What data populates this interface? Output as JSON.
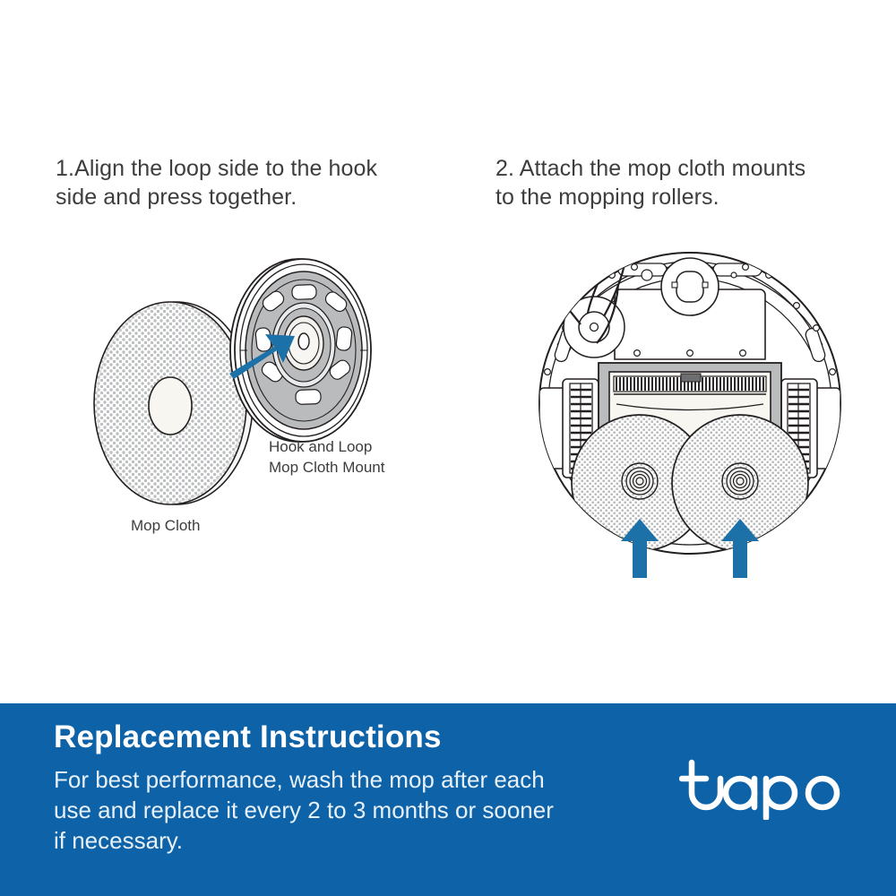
{
  "steps": [
    {
      "number": "1.",
      "text": "Align the loop side to the hook\n     side and press together."
    },
    {
      "number": "2.",
      "text": " Attach the mop cloth mounts\n     to the mopping rollers."
    }
  ],
  "diagram_labels": {
    "mop_cloth": "Mop Cloth",
    "hook_and_loop_mount": "Hook and Loop\nMop Cloth Mount"
  },
  "footer": {
    "title": "Replacement Instructions",
    "body": "For best performance, wash the mop after each\nuse and replace it every 2 to 3 months or sooner\nif necessary.",
    "logo_text": "tapo"
  },
  "colors": {
    "banner_blue": "#0d62a8",
    "arrow_blue": "#1c72a8",
    "line_dark": "#231f20",
    "fill_gray": "#b9bbbd",
    "dot_gray": "#b5b7b9",
    "text_gray": "#3d3d3d",
    "footer_body_text": "#e8f1f9"
  },
  "illustrations": {
    "left": {
      "name": "mop-cloth-and-mount-diagram",
      "parts": [
        "mop-cloth-disc",
        "hook-and-loop-mount-disc",
        "attach-arrow"
      ]
    },
    "right": {
      "name": "robot-vacuum-underside-diagram",
      "parts": [
        "chassis-outline",
        "side-brush",
        "drive-wheel-left",
        "drive-wheel-right",
        "main-brush-bay",
        "sensor-window",
        "mop-pad-left",
        "mop-pad-right",
        "attach-arrow-left",
        "attach-arrow-right"
      ]
    }
  }
}
